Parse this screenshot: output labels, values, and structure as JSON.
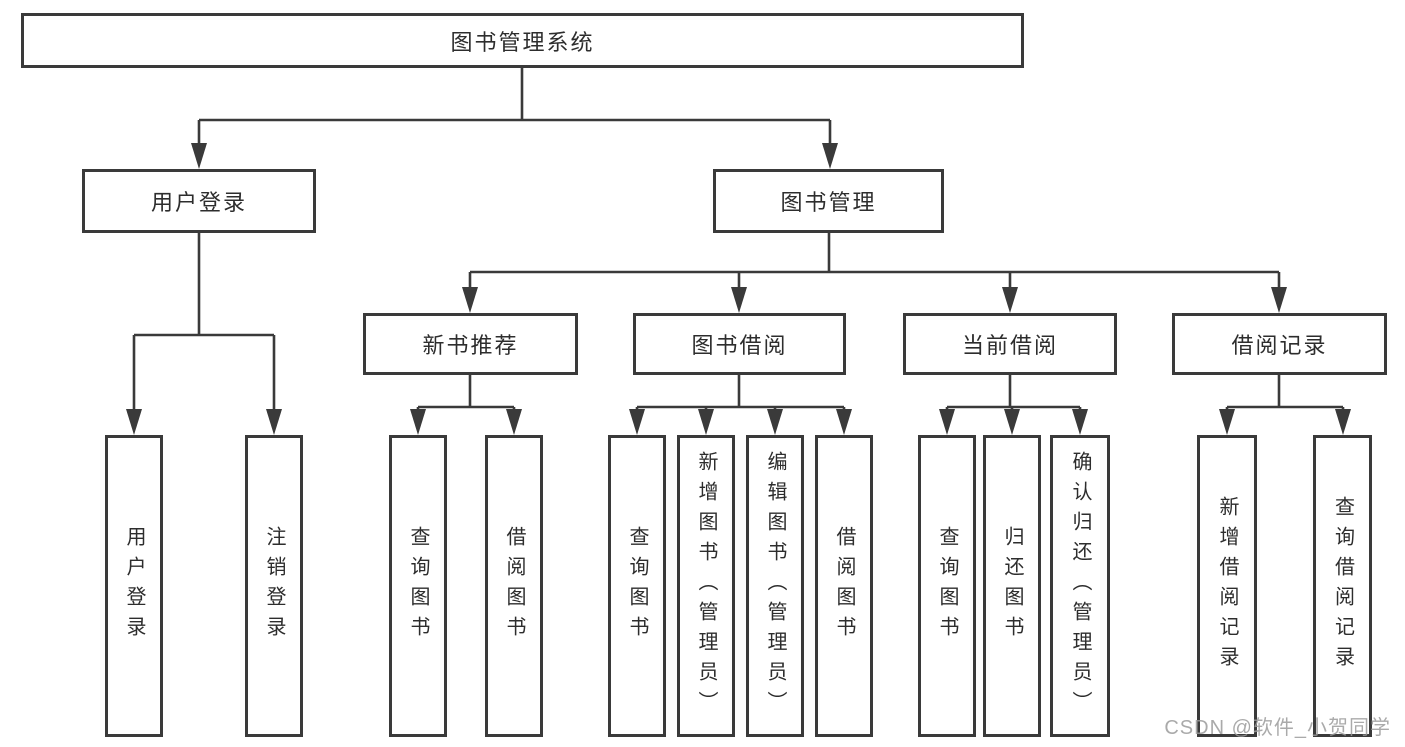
{
  "diagram": {
    "root": {
      "label": "图书管理系统"
    },
    "branches": [
      {
        "label": "用户登录",
        "leaves": [
          "用户登录",
          "注销登录"
        ]
      },
      {
        "label": "图书管理",
        "groups": [
          {
            "label": "新书推荐",
            "leaves": [
              "查询图书",
              "借阅图书"
            ]
          },
          {
            "label": "图书借阅",
            "leaves": [
              "查询图书",
              "新增图书（管理员）",
              "编辑图书（管理员）",
              "借阅图书"
            ]
          },
          {
            "label": "当前借阅",
            "leaves": [
              "查询图书",
              "归还图书",
              "确认归还（管理员）"
            ]
          },
          {
            "label": "借阅记录",
            "leaves": [
              "新增借阅记录",
              "查询借阅记录"
            ]
          }
        ]
      }
    ]
  },
  "watermark": {
    "text": "CSDN @软件_小贺同学"
  },
  "colors": {
    "line": "#3a3a3a",
    "text": "#2d2d2d",
    "watermark": "#9b9b9b",
    "background": "#ffffff"
  }
}
